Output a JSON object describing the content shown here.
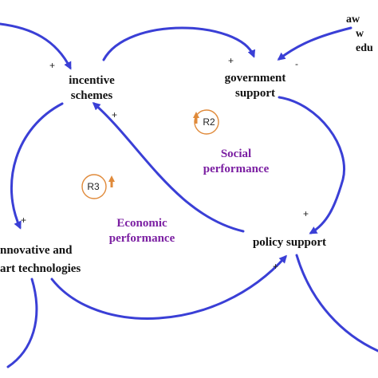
{
  "nodes": {
    "incentive_schemes": [
      "incentive",
      "schemes"
    ],
    "government_support": [
      "government",
      "support"
    ],
    "policy_support": "policy support",
    "innovative_technologies": [
      "nnovative and",
      "art technologies"
    ],
    "awareness_partial": [
      "aw",
      "w",
      "edu"
    ]
  },
  "loops": {
    "r2": "R2",
    "r3": "R3"
  },
  "performance_labels": {
    "social": [
      "Social",
      "performance"
    ],
    "economic": [
      "Economic",
      "performance"
    ]
  },
  "polarity_signs": {
    "plus": "+",
    "minus": "-"
  },
  "colors": {
    "link_arrow": "#3a3fd6",
    "loop_indicator": "#e08a3a",
    "performance_text": "#7b1fa2",
    "node_text": "#111111"
  }
}
